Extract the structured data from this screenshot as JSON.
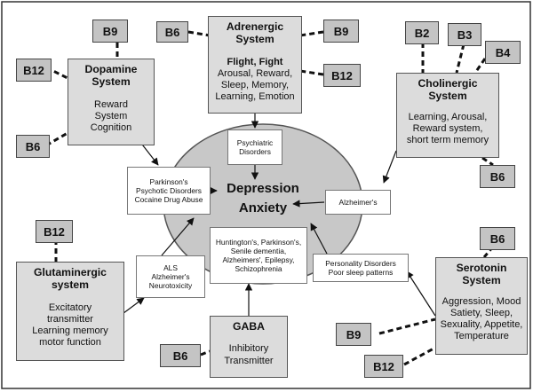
{
  "center": {
    "line1": "Depression",
    "line2": "Anxiety"
  },
  "systems": {
    "adrenergic": {
      "title1": "Adrenergic",
      "title2": "System",
      "bold": "Flight, Fight",
      "lines": [
        "Arousal, Reward,",
        "Sleep, Memory,",
        "Learning, Emotion"
      ]
    },
    "dopamine": {
      "title1": "Dopamine",
      "title2": "System",
      "lines": [
        "Reward",
        "System",
        "Cognition"
      ]
    },
    "cholinergic": {
      "title1": "Cholinergic",
      "title2": "System",
      "lines": [
        "Learning, Arousal,",
        "Reward system,",
        "short term memory"
      ]
    },
    "glutaminergic": {
      "title1": "Glutaminergic",
      "title2": "system",
      "lines": [
        "Excitatory",
        "transmitter",
        "Learning memory",
        "motor function"
      ]
    },
    "serotonin": {
      "title1": "Serotonin",
      "title2": "System",
      "lines": [
        "Aggression, Mood",
        "Satiety, Sleep,",
        "Sexuality, Appetite,",
        "Temperature"
      ]
    },
    "gaba": {
      "title1": "GABA",
      "lines": [
        "Inhibitory",
        "Transmitter"
      ]
    }
  },
  "disorders": {
    "psychiatric": [
      "Psychiatric",
      "Disorders"
    ],
    "parkinsons": [
      "Parkinson's",
      "Psychotic Disorders",
      "Cocaine Drug Abuse"
    ],
    "alzheimers": [
      "Alzheimer's"
    ],
    "huntingtons": [
      "Huntington's, Parkinson's,",
      "Senile dementia,",
      "Alzheimers', Epilepsy,",
      "Schizophrenia"
    ],
    "als": [
      "ALS",
      "Alzheimer's",
      "Neurotoxicity"
    ],
    "personality": [
      "Personality Disorders",
      "Poor sleep patterns"
    ]
  },
  "vitamins": {
    "adrenergic_b6": "B6",
    "adrenergic_b9": "B9",
    "adrenergic_b12": "B12",
    "dopamine_b9": "B9",
    "dopamine_b12": "B12",
    "dopamine_b6": "B6",
    "cholinergic_b2": "B2",
    "cholinergic_b3": "B3",
    "cholinergic_b4": "B4",
    "cholinergic_b6": "B6",
    "glutaminergic_b12": "B12",
    "serotonin_b6": "B6",
    "serotonin_b9": "B9",
    "serotonin_b12": "B12",
    "gaba_b6": "B6"
  },
  "colors": {
    "oval": "#c8c8c8",
    "system_box": "#dcdcdc",
    "vitamin_box": "#c4c4c4",
    "line": "#111111"
  }
}
